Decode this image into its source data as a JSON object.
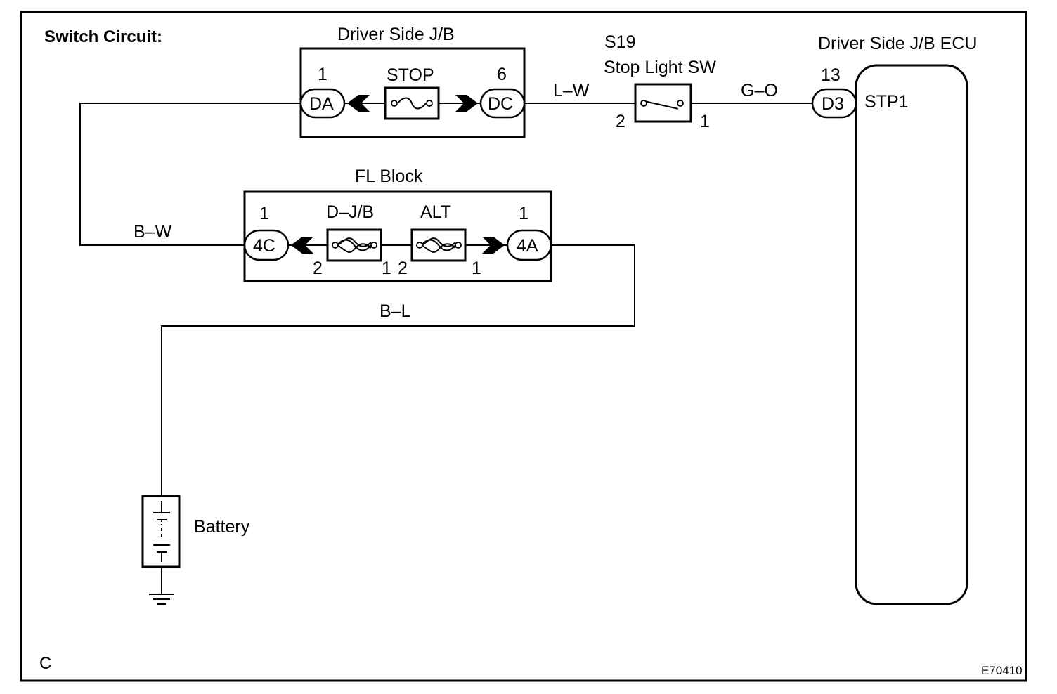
{
  "diagram": {
    "title": "Switch Circuit:",
    "corner_letter": "C",
    "figure_code": "E70410"
  },
  "driver_jb": {
    "label": "Driver Side J/B",
    "fuse_label": "STOP",
    "left_connector": "DA",
    "left_pin": "1",
    "right_connector": "DC",
    "right_pin": "6"
  },
  "stop_light_sw": {
    "code": "S19",
    "label": "Stop Light SW",
    "pin_left": "2",
    "pin_right": "1"
  },
  "ecu": {
    "label": "Driver Side J/B ECU",
    "connector": "D3",
    "pin": "13",
    "terminal": "STP1"
  },
  "fl_block": {
    "label": "FL Block",
    "fuse1_label": "D–J/B",
    "fuse2_label": "ALT",
    "left_connector": "4C",
    "left_top_pin": "1",
    "right_connector": "4A",
    "right_top_pin": "1",
    "fuse1_pin_left": "2",
    "fuse1_pin_right": "1",
    "fuse2_pin_left": "2",
    "fuse2_pin_right": "1"
  },
  "wires": {
    "lw": "L–W",
    "go": "G–O",
    "bw": "B–W",
    "bl": "B–L"
  },
  "battery": {
    "label": "Battery"
  }
}
